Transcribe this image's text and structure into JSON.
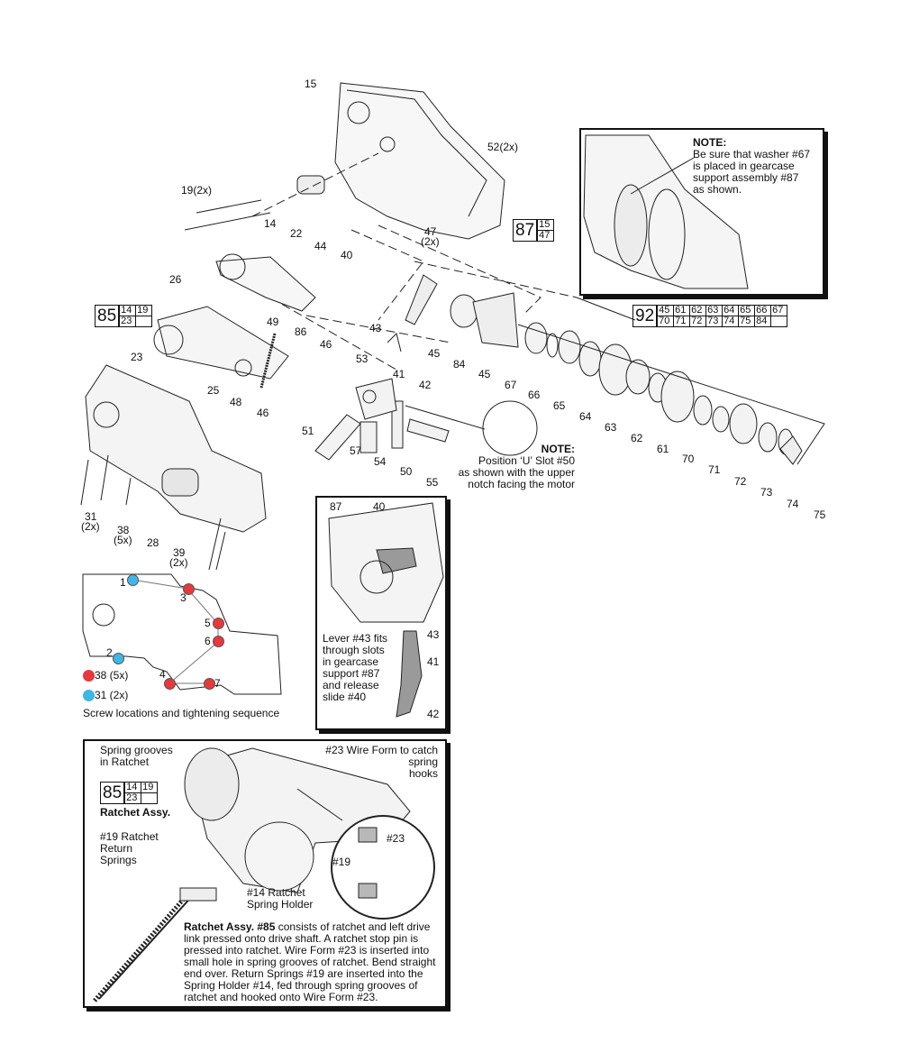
{
  "callouts": {
    "c15": "15",
    "c19": "19(2x)",
    "c14": "14",
    "c22": "22",
    "c44": "44",
    "c40": "40",
    "c47": "47",
    "c47b": "(2x)",
    "c52": "52(2x)",
    "c26": "26",
    "c49": "49",
    "c86": "86",
    "c23": "23",
    "c25": "25",
    "c48": "48",
    "c46a": "46",
    "c46b": "46",
    "c51": "51",
    "c43": "43",
    "c41": "41",
    "c42": "42",
    "c53": "53",
    "c45a": "45",
    "c45b": "45",
    "c84": "84",
    "c67": "67",
    "c66": "66",
    "c65": "65",
    "c64": "64",
    "c63": "63",
    "c62": "62",
    "c61": "61",
    "c70": "70",
    "c71": "71",
    "c72": "72",
    "c73": "73",
    "c74": "74",
    "c75": "75",
    "c57": "57",
    "c54": "54",
    "c50": "50",
    "c55": "55",
    "c31": "31",
    "c31b": "(2x)",
    "c38": "38",
    "c38b": "(5x)",
    "c28": "28",
    "c39": "39",
    "c39b": "(2x)"
  },
  "kits": {
    "k87": {
      "num": "87",
      "cells": [
        [
          "15"
        ],
        [
          "47"
        ]
      ]
    },
    "k85": {
      "num": "85",
      "cells": [
        [
          "14",
          "19"
        ],
        [
          "23",
          ""
        ]
      ]
    },
    "k92": {
      "num": "92",
      "cells": [
        [
          "45",
          "61",
          "62",
          "63",
          "64",
          "65",
          "66",
          "67"
        ],
        [
          "70",
          "71",
          "72",
          "73",
          "74",
          "75",
          "84",
          ""
        ]
      ]
    },
    "k85b": {
      "num": "85",
      "cells": [
        [
          "14",
          "19"
        ],
        [
          "23",
          ""
        ]
      ]
    }
  },
  "note_washer": {
    "title": "NOTE:",
    "lines": [
      "Be sure that washer #67",
      "is placed in gearcase",
      "support assembly #87",
      "as shown."
    ]
  },
  "note_slot": {
    "title": "NOTE:",
    "lines": [
      "Position ‘U’ Slot #50",
      "as shown with the upper",
      "notch facing the motor"
    ]
  },
  "screw_seq": {
    "numbers": [
      "1",
      "2",
      "3",
      "4",
      "5",
      "6",
      "7"
    ],
    "legend_red": "38 (5x)",
    "legend_blue": "31 (2x)",
    "caption": "Screw locations and tightening sequence",
    "red": "#e8383d",
    "blue": "#3fb5e8"
  },
  "lever_box": {
    "c87": "87",
    "c40": "40",
    "c43": "43",
    "c41": "41",
    "c42": "42",
    "text": [
      "Lever #43 fits",
      "through slots",
      "in gearcase",
      "support #87",
      "and release",
      "slide #40"
    ]
  },
  "ratchet_box": {
    "spring_grooves": [
      "Spring grooves",
      "in Ratchet"
    ],
    "wire_form": [
      "#23 Wire Form to catch",
      "spring",
      "hooks"
    ],
    "assy_label": "Ratchet Assy.",
    "return_springs": [
      "#19 Ratchet",
      "Return",
      "Springs"
    ],
    "spring_holder": [
      "#14 Ratchet",
      "Spring Holder"
    ],
    "detail_23": "#23",
    "detail_19": "#19",
    "para_bold": "Ratchet Assy. #85",
    "para_rest": " consists of ratchet and left drive link pressed onto drive shaft. A ratchet stop pin is pressed into ratchet. Wire Form #23 is inserted into small hole in spring grooves of ratchet. Bend straight end over. Return Springs #19 are inserted into the Spring Holder #14, fed through spring grooves of ratchet and hooked onto Wire Form #23."
  }
}
